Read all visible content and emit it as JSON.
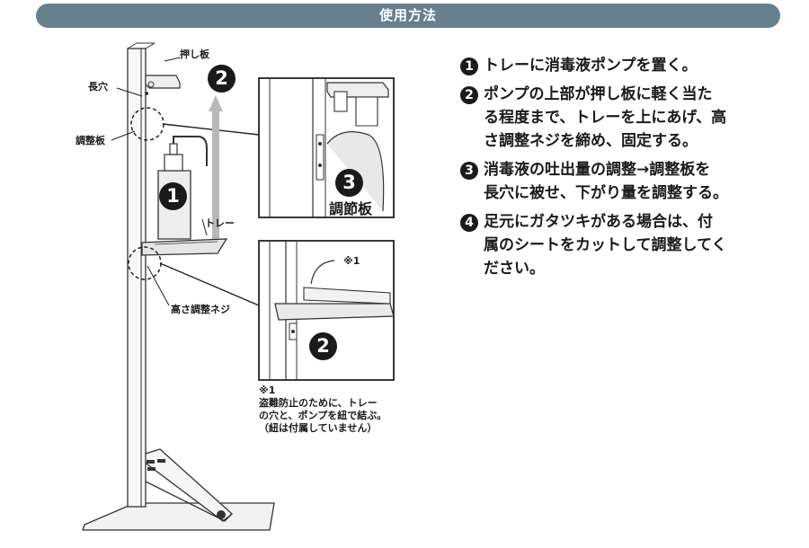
{
  "header": {
    "title": "使用方法"
  },
  "labels": {
    "push_plate": "押し板",
    "long_hole": "長穴",
    "adjust_plate": "調整板",
    "tray": "トレー",
    "height_screw": "高さ調整ネジ",
    "note_mark": "※1",
    "adjust_caption": "調節板"
  },
  "badges": {
    "one": "1",
    "two": "2",
    "three": "3"
  },
  "note": {
    "mark": "※1",
    "line1": "盗難防止のために、トレー",
    "line2": "の穴と、ポンプを紐で結ぶ。",
    "line3": "（紐は付属していません）"
  },
  "steps": [
    {
      "num": "1",
      "lines": [
        "トレーに消毒液ポンプを置く。"
      ]
    },
    {
      "num": "2",
      "lines": [
        "ポンプの上部が押し板に軽く当た",
        "る程度まで、トレーを上にあげ、高",
        "さ調整ネジを締め、固定する。"
      ]
    },
    {
      "num": "3",
      "lines": [
        "消毒液の吐出量の調整→調整板を",
        "長穴に被せ、下がり量を調整する。"
      ]
    },
    {
      "num": "4",
      "lines": [
        "足元にガタツキがある場合は、付",
        "属のシートをカットして調整してく",
        "ださい。"
      ]
    }
  ],
  "colors": {
    "header_bg": "#677f8f",
    "arrow": "#b9b9b9",
    "ink": "#1a1a1a"
  }
}
